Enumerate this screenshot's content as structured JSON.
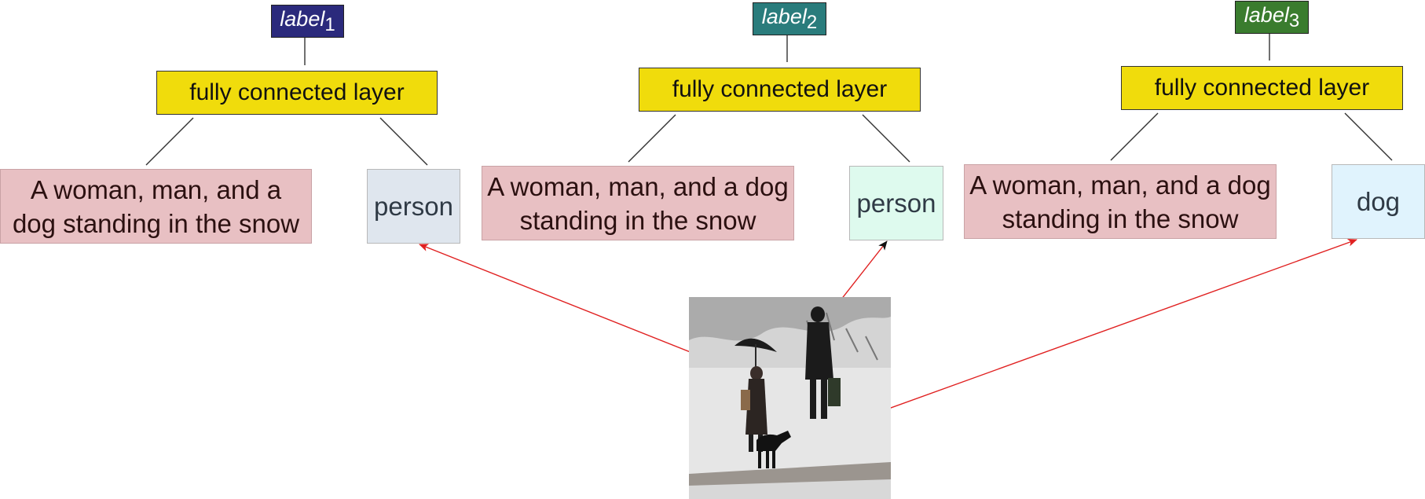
{
  "groups": [
    {
      "label_word": "label",
      "label_index": "1",
      "label_color": "#2b2a7c",
      "layer": "fully connected layer",
      "caption": "A woman, man, and a dog standing in the snow",
      "object": "person",
      "object_color": "#dfe6ee"
    },
    {
      "label_word": "label",
      "label_index": "2",
      "label_color": "#2a7c7c",
      "layer": "fully connected layer",
      "caption": "A woman, man, and a dog standing in the snow",
      "object": "person",
      "object_color": "#defaee"
    },
    {
      "label_word": "label",
      "label_index": "3",
      "label_color": "#3a7c2e",
      "layer": "fully connected layer",
      "caption": "A woman, man, and a dog standing in the snow",
      "object": "dog",
      "object_color": "#e0f3fd"
    }
  ],
  "image": {
    "subject": "snow-scene-photo"
  },
  "colors": {
    "arrow": "#e02020",
    "arrow_head_black": "#111111"
  }
}
